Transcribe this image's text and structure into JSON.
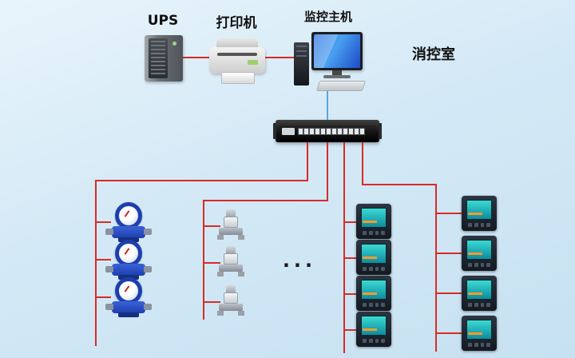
{
  "labels": {
    "ups": "UPS",
    "printer": "打印机",
    "host": "监控主机",
    "room": "消控室",
    "ellipsis": "···"
  },
  "colors": {
    "wire_red": "#d92b26",
    "wire_blue": "#58a6dd",
    "background_top": "#e8f4fb",
    "background_bottom": "#c6e1f1"
  },
  "devices": {
    "water_meter_count": 3,
    "valve_count": 3,
    "power_meter_col1_count": 4,
    "power_meter_col2_count": 4
  }
}
